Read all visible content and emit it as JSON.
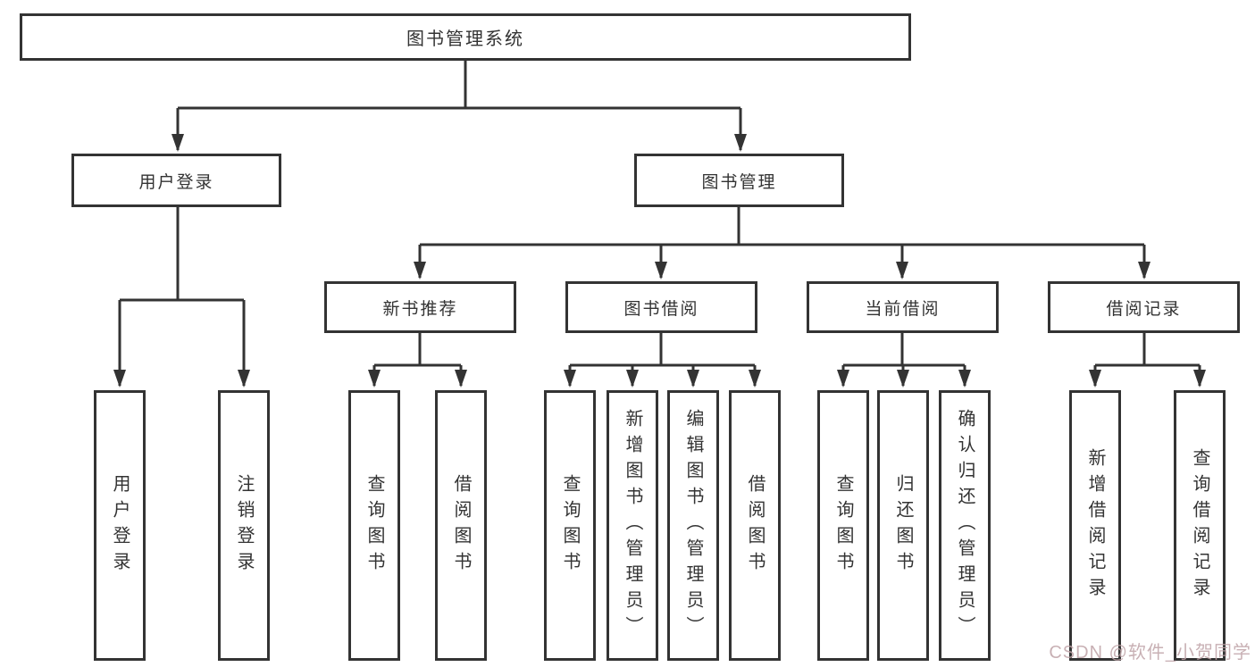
{
  "colors": {
    "background": "#ffffff",
    "line": "#333333",
    "border": "#333333",
    "text": "#333333",
    "watermark": "#bfa3a7"
  },
  "watermark": "CSDN @软件_小贺同学",
  "diagram": {
    "root": "图书管理系统",
    "branches": [
      {
        "label": "用户登录",
        "children": [
          {
            "label": "用户登录"
          },
          {
            "label": "注销登录"
          }
        ]
      },
      {
        "label": "图书管理",
        "children": [
          {
            "label": "新书推荐",
            "children": [
              {
                "label": "查询图书"
              },
              {
                "label": "借阅图书"
              }
            ]
          },
          {
            "label": "图书借阅",
            "children": [
              {
                "label": "查询图书"
              },
              {
                "label": "新增图书（管理员）"
              },
              {
                "label": "编辑图书（管理员）"
              },
              {
                "label": "借阅图书"
              }
            ]
          },
          {
            "label": "当前借阅",
            "children": [
              {
                "label": "查询图书"
              },
              {
                "label": "归还图书"
              },
              {
                "label": "确认归还（管理员）"
              }
            ]
          },
          {
            "label": "借阅记录",
            "children": [
              {
                "label": "新增借阅记录"
              },
              {
                "label": "查询借阅记录"
              }
            ]
          }
        ]
      }
    ]
  }
}
